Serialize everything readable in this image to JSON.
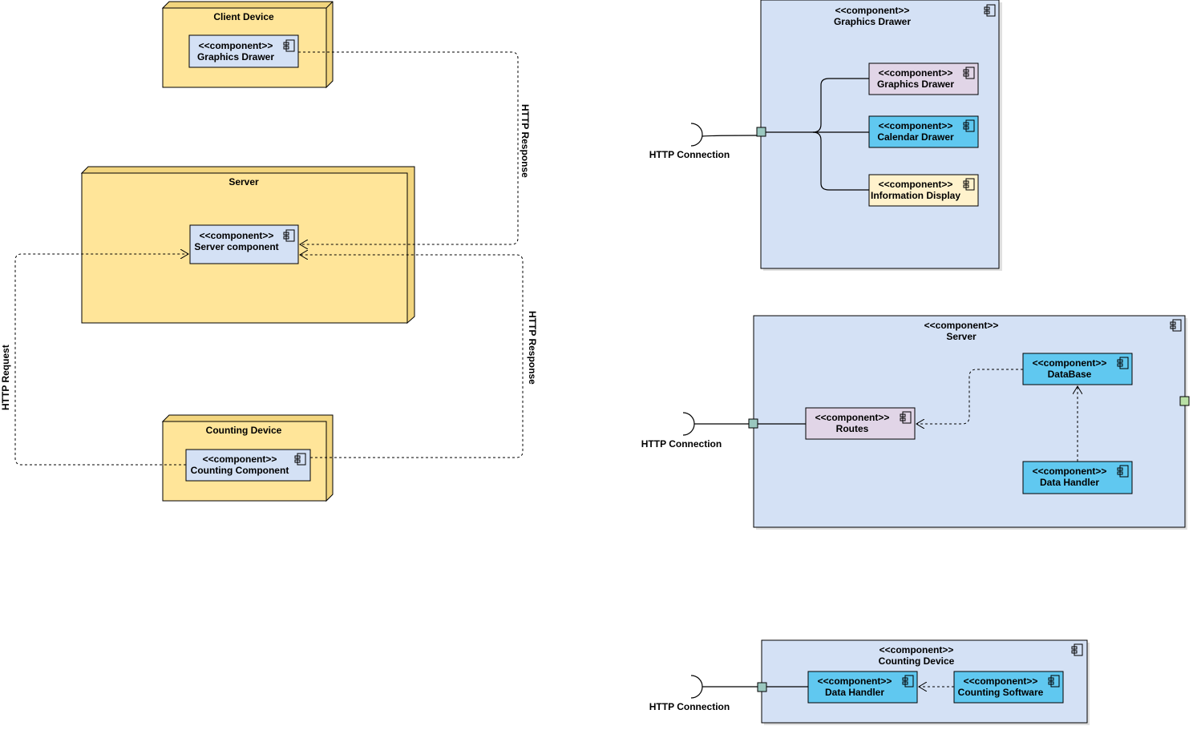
{
  "stereotype": "<<component>>",
  "deployment": {
    "client_device": {
      "title": "Client Device",
      "component": "Graphics Drawer"
    },
    "server": {
      "title": "Server",
      "component": "Server component"
    },
    "counting_device": {
      "title": "Counting Device",
      "component": "Counting Component"
    },
    "edges": {
      "response_1": "HTTP Response",
      "response_2": "HTTP Response",
      "request": "HTTP Request"
    }
  },
  "graphics_drawer_diagram": {
    "title": "Graphics Drawer",
    "interface": "HTTP Connection",
    "components": [
      "Graphics Drawer",
      "Calendar Drawer",
      "Information Display"
    ]
  },
  "server_diagram": {
    "title": "Server",
    "interface": "HTTP Connection",
    "components": [
      "Routes",
      "DataBase",
      "Data Handler"
    ]
  },
  "counting_device_diagram": {
    "title": "Counting Device",
    "interface": "HTTP Connection",
    "components": [
      "Data Handler",
      "Counting Software"
    ]
  },
  "colors": {
    "node": "#FFE599",
    "component_blue": "#D4E1F5",
    "component_pink": "#E1D5E7",
    "component_cyan": "#60C8F0",
    "component_cream": "#FFF2CC",
    "port": "#9AC7BF",
    "port_green": "#B9E0A5"
  }
}
